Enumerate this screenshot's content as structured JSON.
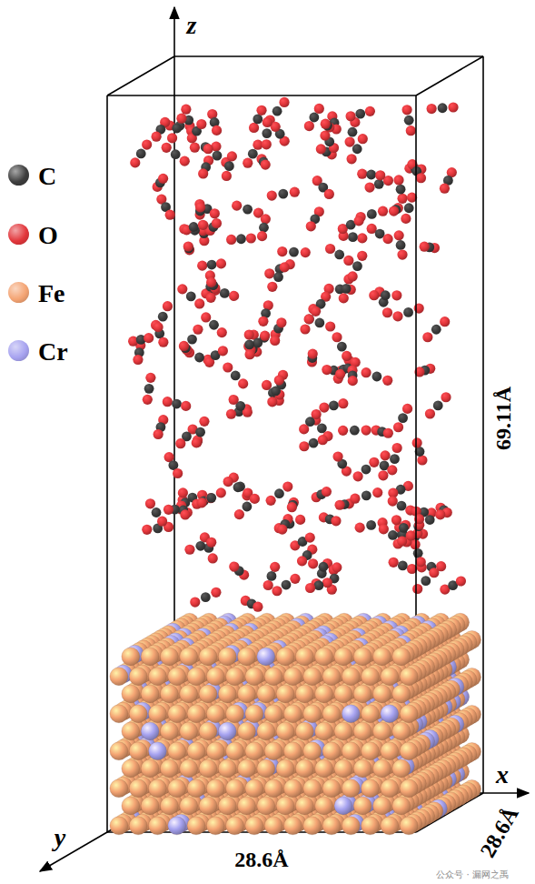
{
  "diagram": {
    "labels": [
      "z",
      "69.11Å",
      "x",
      "y",
      "28.6Å",
      "28.6Å",
      "公众号 · 漏网之禹"
    ],
    "legend": [
      {
        "text": "C",
        "color": "#3d3d3d"
      },
      {
        "text": "O",
        "color": "#e2363b"
      },
      {
        "text": "Fe",
        "color": "#f4a473"
      },
      {
        "text": "Cr",
        "color": "#a7a3f0"
      }
    ]
  }
}
